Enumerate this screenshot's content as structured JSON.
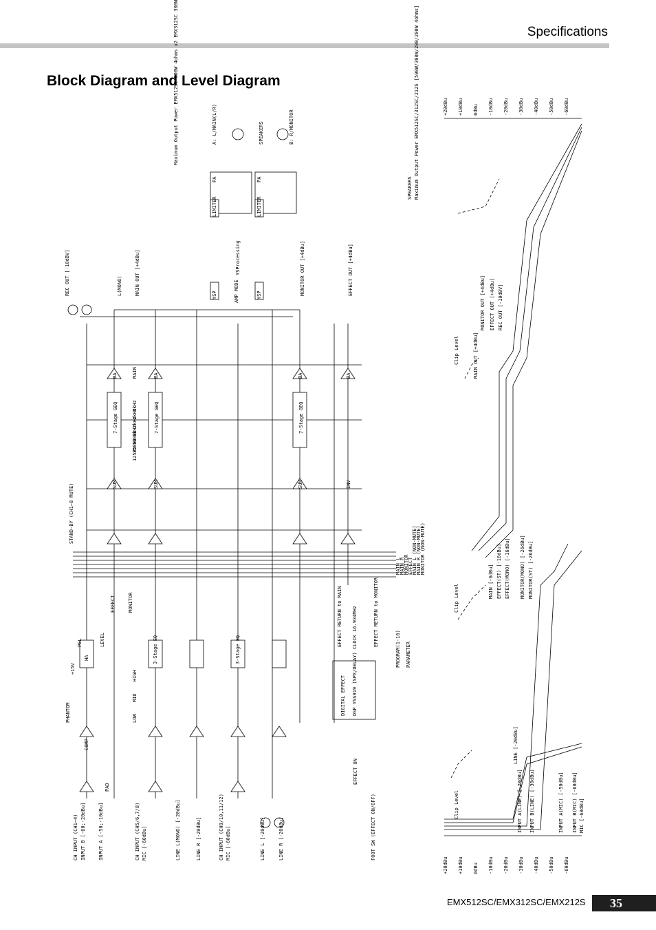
{
  "header": {
    "section": "Specifications"
  },
  "page": {
    "heading": "Block Diagram and Level Diagram"
  },
  "footer": {
    "models": "EMX512SC/EMX312SC/EMX212S",
    "page_number": "35"
  },
  "level_scale": [
    "+20dBu",
    "+10dBu",
    "0dBu",
    "-10dBu",
    "-20dBu",
    "-30dBu",
    "-40dBu",
    "-50dBu",
    "-60dBu"
  ],
  "inputs": {
    "ch_input_mono": "CH INPUT (CH1~4)",
    "input_b": "INPUT B [-60;-20dBu]",
    "input_a": "INPUT A [-50;-10dBu]",
    "ch_input_stereo": "CH INPUT (CH5/6,7/8)",
    "mic": "MIC [-60dBu]",
    "line_l_mono": "LINE L(MONO) [-20dBu]",
    "line_r": "LINE R [-20dBu]",
    "ch_input_st2": "CH INPUT (CH9/10,11/12)",
    "mic2": "MIC [-60dBu]",
    "line_l2": "LINE L [-20dBu]",
    "line_r2": "LINE R [-20dBu]",
    "foot_sw": "FOOT SW (EFFECT ON/OFF)",
    "effect_on": "EFFECT ON"
  },
  "blocks": {
    "ha": "HA",
    "pad": "PAD",
    "comp": "COMP",
    "sum": "SUM",
    "inv": "INV",
    "ba": "BA",
    "eq3": "3-Stage EQ",
    "eq7": "7-Stage GEQ",
    "limiter": "LIMITER",
    "pa": "PA",
    "ysp": "YSP",
    "digital_effect": "DIGITAL EFFECT",
    "dsp": "DSP YSS919 (SPX/DELAY) CLOCK 16.934MHz",
    "phantom": "PHANTOM",
    "phantom_v": "+15V",
    "standby": "STAND-BY (CH1~8 MUTE)",
    "ysprocessing": "YSProcessing",
    "amp_mode": "AMP MODE",
    "program": "PROGRAM(1-16)",
    "parameter": "PARAMETER"
  },
  "controls": {
    "level": "LEVEL",
    "effect": "EFFECT",
    "monitor": "MONITOR",
    "main": "MAIN",
    "high": "HIGH",
    "mid": "MID",
    "low": "LOW",
    "pgl": "PGL",
    "effect_return_main": "EFFECT RETURN to MAIN",
    "effect_return_monitor": "EFFECT RETURN to MONITOR",
    "geq_bands": [
      "125Hz",
      "250Hz",
      "500Hz",
      "1kHz",
      "2kHz",
      "4kHz",
      "8kHz"
    ]
  },
  "buses": [
    "MAIN L",
    "MAIN R",
    "MONITOR",
    "EFFECT",
    "MAIN L (NON-MUTE)",
    "MAIN R (NON-MUTE)",
    "MONITOR (NON-MUTE)"
  ],
  "outputs": {
    "rec_out": "REC OUT [-10dBV]",
    "main_out": "MAIN OUT [+4dBu]",
    "l_mono": "L(MONO)",
    "monitor_out": "MONITOR OUT [+4dBu]",
    "effect_out": "EFFECT OUT [+4dBu]",
    "speakers": "SPEAKERS",
    "spk_a": "A: L/MAIN(L/R)",
    "spk_b": "B: R/MONITOR",
    "max_power": "Maximum Output Power EMX512SC 500W 4ohms x2 EMX312SC 300W 4ohms x2 EMX212S 200/200W 4ohms x2"
  },
  "level_labels": {
    "clip_level": "Clip Level",
    "input_a": "INPUT A(LINE) [-20dBu]",
    "input_b": "INPUT B(LINE) [-30dBu]",
    "input_amic": "INPUT A(MIC) [-50dBu]",
    "input_bmic": "INPUT B(MIC) [-60dBu]",
    "mic": "MIC [-60dBu]",
    "line": "LINE [-20dBu]",
    "main": "MAIN [-6dBu]",
    "effect_st": "EFFECT(ST) [-16dBu]",
    "effect_mono": "EFFECT(MONO) [-16dBu]",
    "monitor_mono": "MONITOR(MONO) [-26dBu]",
    "monitor_st": "MONITOR(ST) [-26dBu]",
    "main_out": "MAIN OUT [+4dBu]",
    "monitor_out": "MONITOR OUT [+4dBu]",
    "effect_out": "EFFECT OUT [+4dBu]",
    "rec_out": "REC OUT [-10dBV]",
    "speakers": "SPEAKERS",
    "speakers_power": "Maximum Output Power EMX512SC/312SC/212S [500W/300W/200/200W 4ohms]"
  }
}
